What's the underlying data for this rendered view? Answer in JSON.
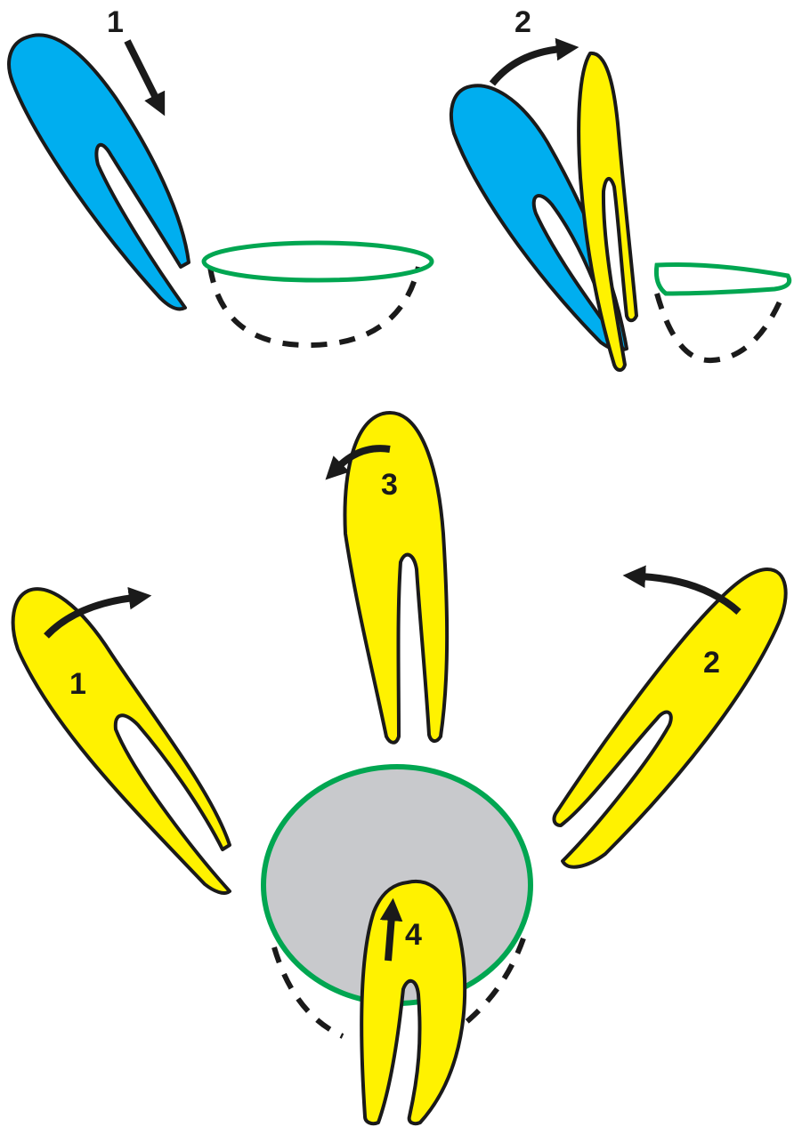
{
  "colors": {
    "blue_blade": "#00aeef",
    "yellow_blade": "#fff200",
    "green_rim": "#00a651",
    "grey_opening": "#c8c9cc",
    "outline": "#1a1a1a"
  },
  "labels": {
    "step1_top": "1",
    "step2_top": "2",
    "blade1": "1",
    "blade2": "2",
    "blade3": "3",
    "blade4": "4"
  }
}
